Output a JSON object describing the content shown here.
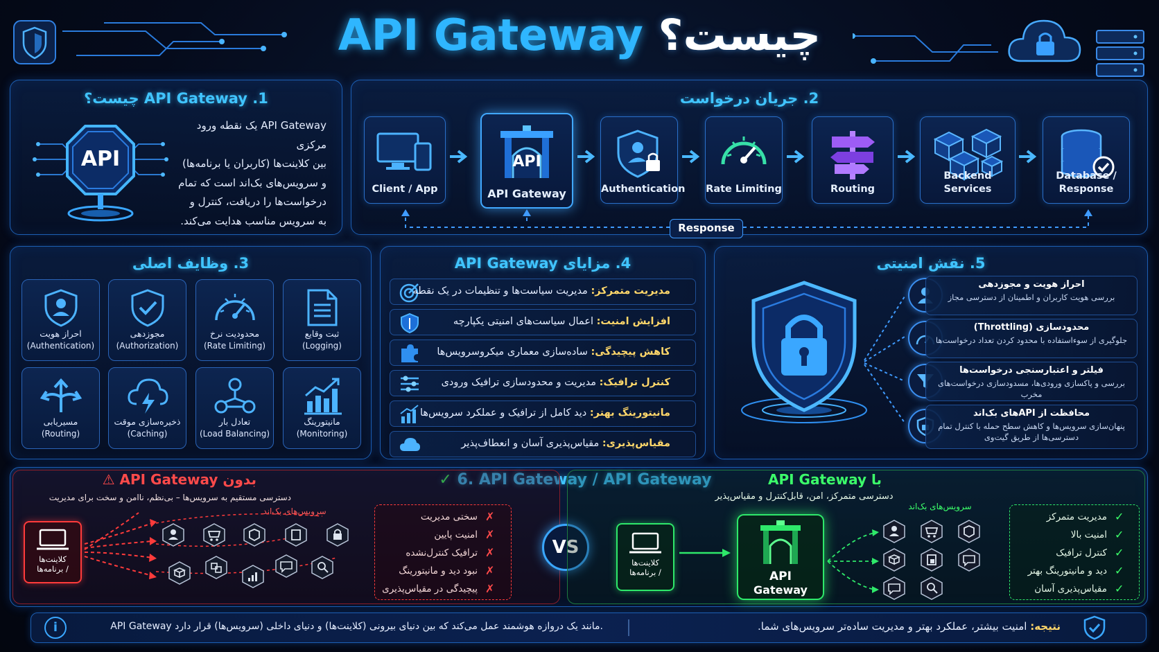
{
  "title": {
    "highlight": "API Gateway",
    "rest": " چیست؟"
  },
  "section1": {
    "title": "1. API Gateway چیست؟",
    "icon_label": "API",
    "lines": [
      "API Gateway یک نقطه ورود مرکزی",
      "بین کلاینت‌ها (کاربران یا برنامه‌ها)",
      "و سرویس‌های بک‌اند است که تمام",
      "درخواست‌ها را دریافت، کنترل و",
      "به سرویس مناسب هدایت می‌کند."
    ]
  },
  "section2": {
    "title": "2. جریان درخواست",
    "steps": [
      {
        "label": "Client / App",
        "icon": "monitor-phone-icon"
      },
      {
        "label": "API Gateway",
        "icon": "gateway-icon",
        "badge": "API"
      },
      {
        "label": "Authentication",
        "icon": "shield-user-lock-icon"
      },
      {
        "label": "Rate Limiting",
        "icon": "speedometer-icon"
      },
      {
        "label": "Routing",
        "icon": "signpost-icon"
      },
      {
        "label": "Backend\nServices",
        "label_lines": [
          "Backend",
          "Services"
        ],
        "icon": "cubes-icon"
      },
      {
        "label": "Database / Response",
        "label_lines": [
          "Database /",
          "Response"
        ],
        "icon": "database-check-icon"
      }
    ],
    "response_label": "Response"
  },
  "section3": {
    "title": "3. وظایف اصلی",
    "tiles": [
      {
        "fa": "احراز هویت",
        "en": "(Authentication)",
        "icon": "shield-user-icon"
      },
      {
        "fa": "مجوزدهی",
        "en": "(Authorization)",
        "icon": "shield-check-icon"
      },
      {
        "fa": "محدودیت نرخ",
        "en": "(Rate Limiting)",
        "icon": "gauge-icon"
      },
      {
        "fa": "ثبت وقایع",
        "en": "(Logging)",
        "icon": "document-icon"
      },
      {
        "fa": "مسیریابی",
        "en": "(Routing)",
        "icon": "routing-arrows-icon"
      },
      {
        "fa": "ذخیره‌سازی موقت",
        "en": "(Caching)",
        "icon": "cloud-bolt-icon"
      },
      {
        "fa": "تعادل بار",
        "en": "(Load Balancing)",
        "icon": "network-nodes-icon"
      },
      {
        "fa": "مانیتورینگ",
        "en": "(Monitoring)",
        "icon": "bar-chart-icon"
      }
    ]
  },
  "section4": {
    "title": "4. مزایای API Gateway",
    "rows": [
      {
        "key": "مدیریت متمرکز:",
        "text": " مدیریت سیاست‌ها و تنظیمات در یک نقطه",
        "icon": "target-icon"
      },
      {
        "key": "افزایش امنیت:",
        "text": " اعمال سیاست‌های امنیتی یکپارچه",
        "icon": "shield-icon"
      },
      {
        "key": "کاهش پیچیدگی:",
        "text": " ساده‌سازی معماری میکروسرویس‌ها",
        "icon": "puzzle-icon"
      },
      {
        "key": "کنترل ترافیک:",
        "text": " مدیریت و محدودسازی ترافیک ورودی",
        "icon": "sliders-icon"
      },
      {
        "key": "مانیتورینگ بهتر:",
        "text": " دید کامل از ترافیک و عملکرد سرویس‌ها",
        "icon": "chart-icon"
      },
      {
        "key": "مقیاس‌پذیری:",
        "text": " مقیاس‌پذیری آسان و انعطاف‌پذیر",
        "icon": "cloud-icon"
      }
    ]
  },
  "section5": {
    "title": "5. نقش امنیتی",
    "items": [
      {
        "title": "احراز هویت و مجوزدهی",
        "desc": "بررسی هویت کاربران و اطمینان از دسترسی مجاز",
        "icon": "user-icon"
      },
      {
        "title": "محدودسازی (Throttling)",
        "desc": "جلوگیری از سوءاستفاده با محدود کردن تعداد درخواست‌ها",
        "icon": "gauge-icon"
      },
      {
        "title": "فیلتر و اعتبارسنجی درخواست‌ها",
        "desc": "بررسی و پاکسازی ورودی‌ها، مسدودسازی درخواست‌های مخرب",
        "icon": "filter-icon"
      },
      {
        "title": "محافظت از APIهای بک‌اند",
        "desc": "پنهان‌سازی سرویس‌ها و کاهش سطح حمله با کنترل تمام دسترسی‌ها از طریق گیت‌وی",
        "icon": "shield-lock-icon"
      }
    ]
  },
  "comparison": {
    "title": "6. API Gateway / API Gateway",
    "without": {
      "title": "بدون API Gateway",
      "subtitle": "دسترسی مستقیم به سرویس‌ها – بی‌نظم، ناامن و سخت برای مدیریت",
      "services_label": "سرویس‌های بک‌اند",
      "client_label": [
        "کلاینت‌ها",
        "/ برنامه‌ها"
      ],
      "issues": [
        "سختی مدیریت",
        "امنیت پایین",
        "ترافیک کنترل‌نشده",
        "نبود دید و مانیتورینگ",
        "پیچیدگی در مقیاس‌پذیری"
      ]
    },
    "vs": "VS",
    "with": {
      "title": "با API Gateway",
      "subtitle": "دسترسی متمرکز، امن، قابل‌کنترل و مقیاس‌پذیر",
      "services_label": "سرویس‌های بک‌اند",
      "client_label": [
        "کلاینت‌ها",
        "/ برنامه‌ها"
      ],
      "gateway_label": [
        "API",
        "Gateway"
      ],
      "benefits": [
        "مدیریت متمرکز",
        "امنیت بالا",
        "کنترل ترافیک",
        "دید و مانیتورینگ بهتر",
        "مقیاس‌پذیری آسان"
      ]
    }
  },
  "footer": {
    "left": "API Gateway مانند یک دروازه هوشمند عمل می‌کند که بین دنیای بیرونی (کلاینت‌ها) و دنیای داخلی (سرویس‌ها) قرار دارد.",
    "right_key": "نتیجه:",
    "right": " امنیت بیشتر، عملکرد بهتر و مدیریت ساده‌تر سرویس‌های شما."
  },
  "colors": {
    "accent": "#2fb6ff",
    "danger": "#ff3b3b",
    "success": "#2ee86a",
    "gold": "#ffd76a"
  }
}
